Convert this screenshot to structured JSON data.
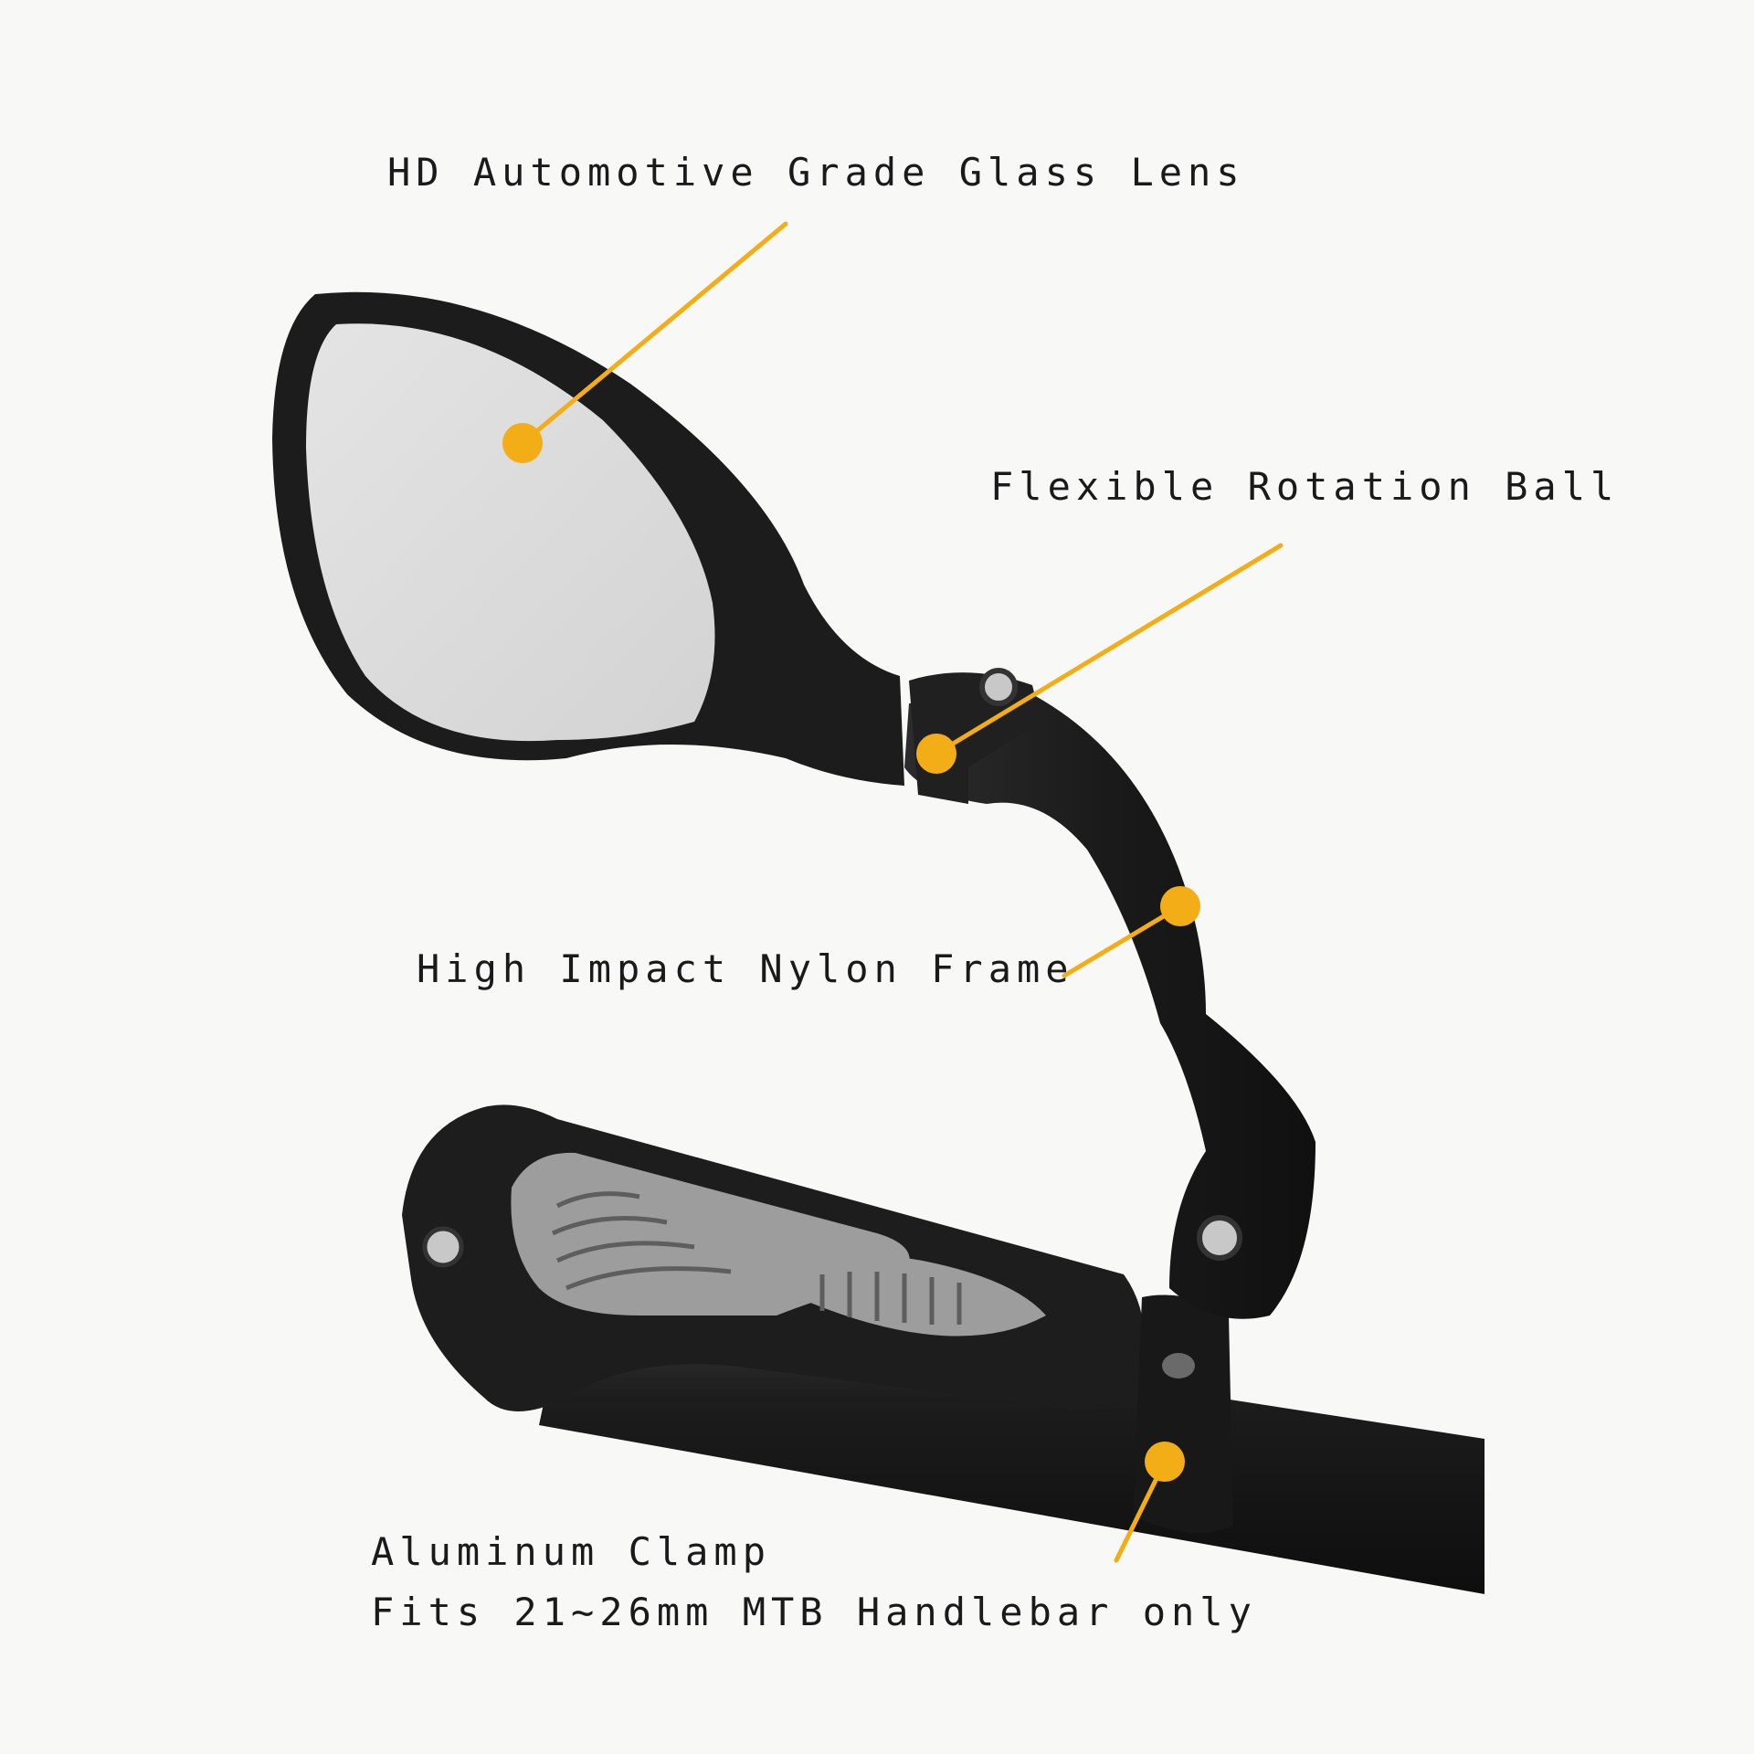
{
  "accent_color": "#f2ad17",
  "product": "bicycle handlebar mirror",
  "callouts": [
    {
      "key": "lens",
      "text": "HD Automotive Grade Glass Lens"
    },
    {
      "key": "ball",
      "text": "Flexible Rotation Ball"
    },
    {
      "key": "frame",
      "text": "High Impact Nylon Frame"
    },
    {
      "key": "clamp",
      "text": "Aluminum Clamp"
    },
    {
      "key": "clamp2",
      "text": "Fits 21~26mm MTB Handlebar only"
    }
  ]
}
